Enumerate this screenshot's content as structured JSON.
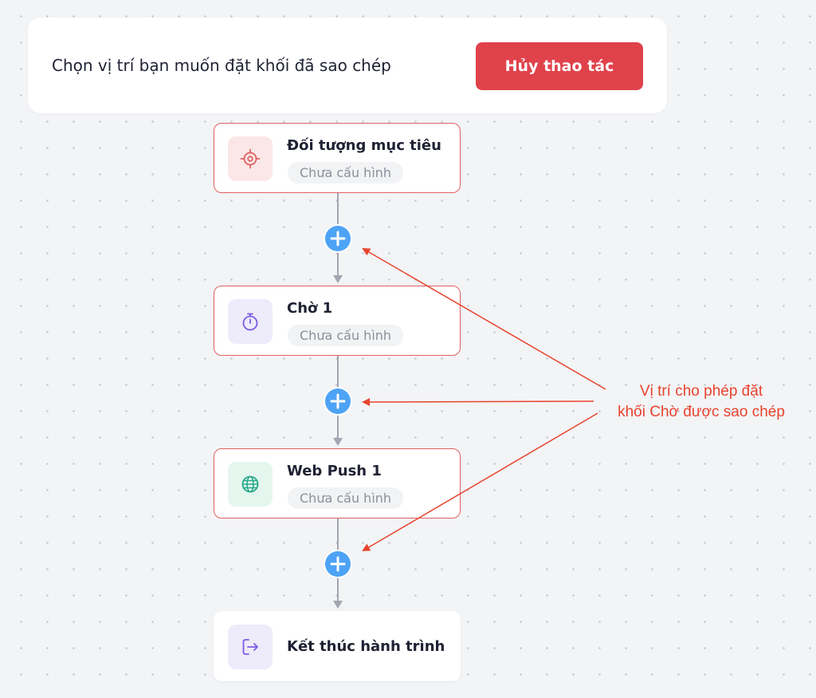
{
  "banner": {
    "instruction": "Chọn vị trí bạn muốn đặt khối đã sao chép",
    "cancel_label": "Hủy thao tác"
  },
  "nodes": [
    {
      "title": "Đối tượng mục tiêu",
      "status": "Chưa cấu hình",
      "icon": "target-icon"
    },
    {
      "title": "Chờ 1",
      "status": "Chưa cấu hình",
      "icon": "timer-icon"
    },
    {
      "title": "Web Push 1",
      "status": "Chưa cấu hình",
      "icon": "globe-icon"
    },
    {
      "title": "Kết thúc hành trình",
      "icon": "exit-icon"
    }
  ],
  "annotation": {
    "line1": "Vị trí cho phép đặt",
    "line2": "khối Chờ được sao chép"
  },
  "colors": {
    "node_border": "#e26161",
    "cancel_button": "#e0424b",
    "add_button": "#4da3f5",
    "annotation": "#e8432e"
  }
}
